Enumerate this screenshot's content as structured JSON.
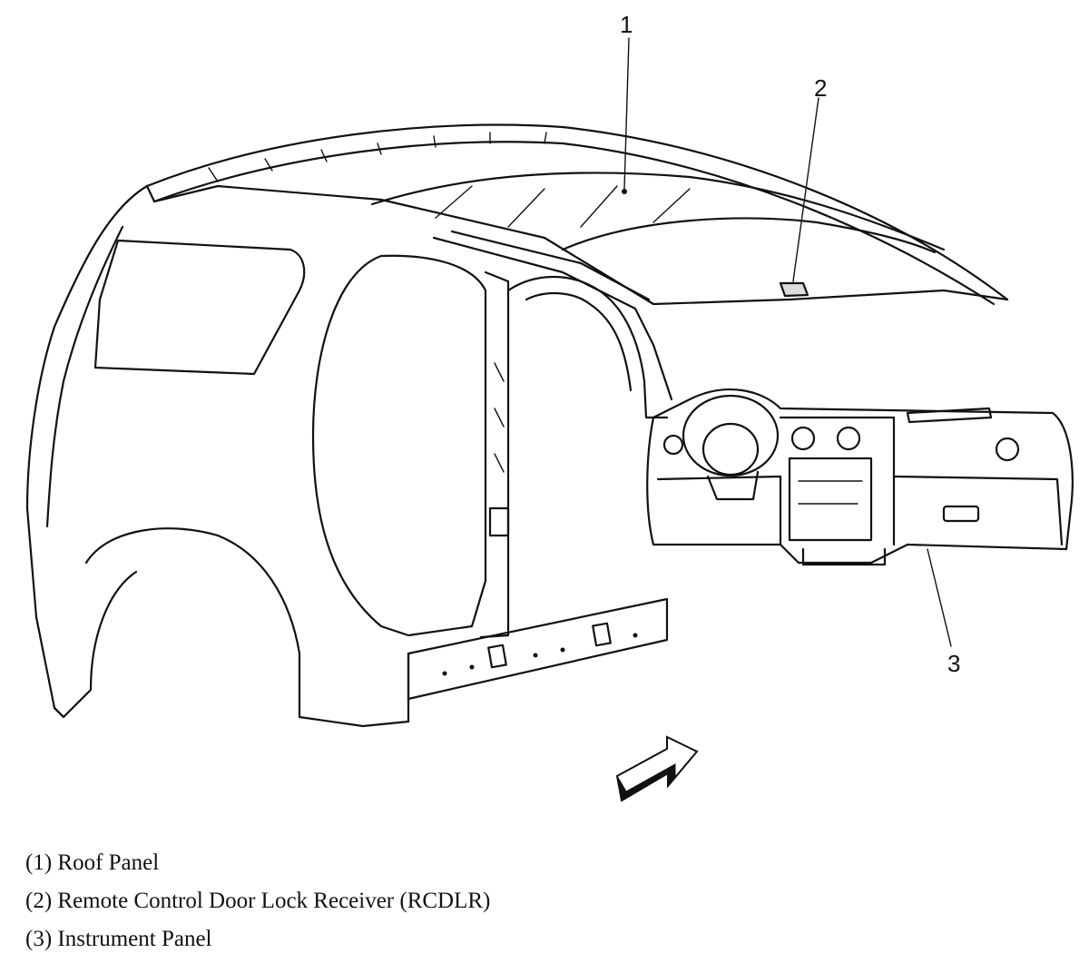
{
  "callouts": {
    "c1": "1",
    "c2": "2",
    "c3": "3"
  },
  "legend": [
    {
      "text": "(1) Roof Panel"
    },
    {
      "text": "(2) Remote Control Door Lock Receiver (RCDLR)"
    },
    {
      "text": "(3) Instrument Panel"
    }
  ],
  "colors": {
    "line": "#111111",
    "background": "#ffffff"
  },
  "icons": {
    "front_arrow": "direction-arrow-icon"
  }
}
